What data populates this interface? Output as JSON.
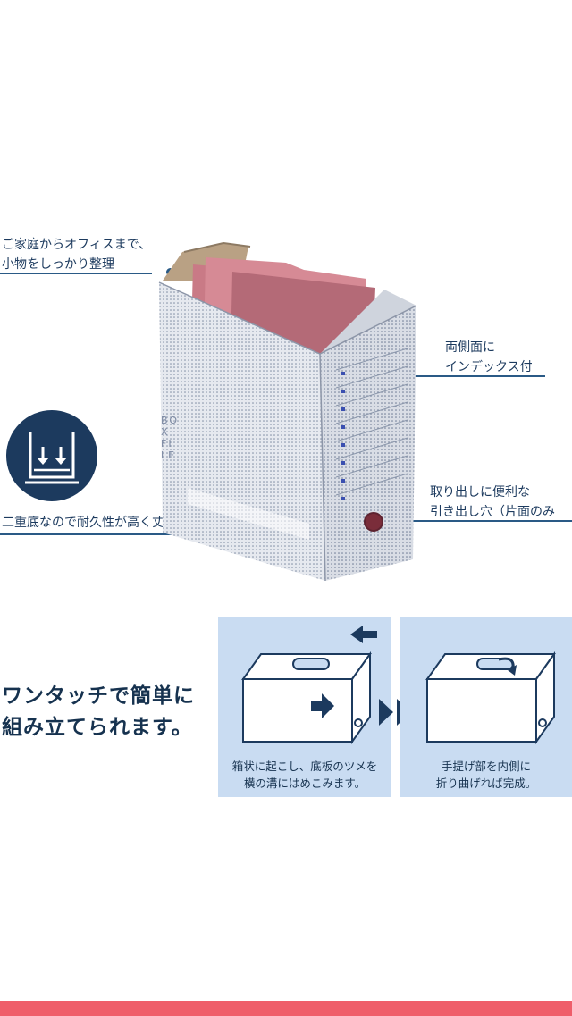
{
  "colors": {
    "navy": "#1c3a5e",
    "panel_blue": "#c9dcf2",
    "box_gray": "#dde1e8",
    "folder_pink": "#c97a86",
    "accent_red": "#ef5e6a"
  },
  "callouts": {
    "top_left": [
      "ご家庭からオフィスまで、",
      "小物をしっかり整理"
    ],
    "right_index": [
      "両側面に",
      "インデックス付"
    ],
    "right_hole": [
      "取り出しに便利な",
      "引き出し穴（片面のみ"
    ],
    "bottom_left": "二重底なので耐久性が高く丈夫です。"
  },
  "box": {
    "brand_text": "BOX FILE"
  },
  "assembly": {
    "headline": [
      "ワンタッチで簡単に",
      "組み立てられます。"
    ],
    "steps": [
      {
        "caption": [
          "箱状に起こし、底板のツメを",
          "横の溝にはめこみます。"
        ]
      },
      {
        "caption": [
          "手提げ部を内側に",
          "折り曲げれば完成。"
        ]
      }
    ]
  }
}
